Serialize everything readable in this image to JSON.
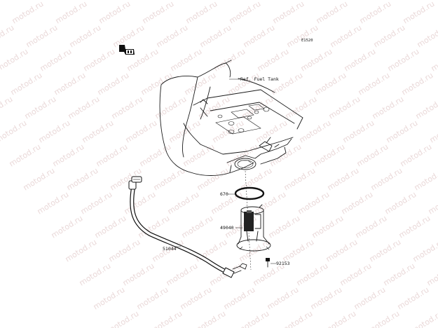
{
  "figure_code": "E1520",
  "watermark_text": "motod.ru",
  "reference": {
    "label": "Ref. Fuel Tank"
  },
  "callouts": [
    {
      "id": "oring",
      "text": "670"
    },
    {
      "id": "pump",
      "text": "49040"
    },
    {
      "id": "bolt",
      "text": "92153"
    },
    {
      "id": "hose",
      "text": "51044"
    }
  ],
  "logo_icon": "front-direction-icon"
}
